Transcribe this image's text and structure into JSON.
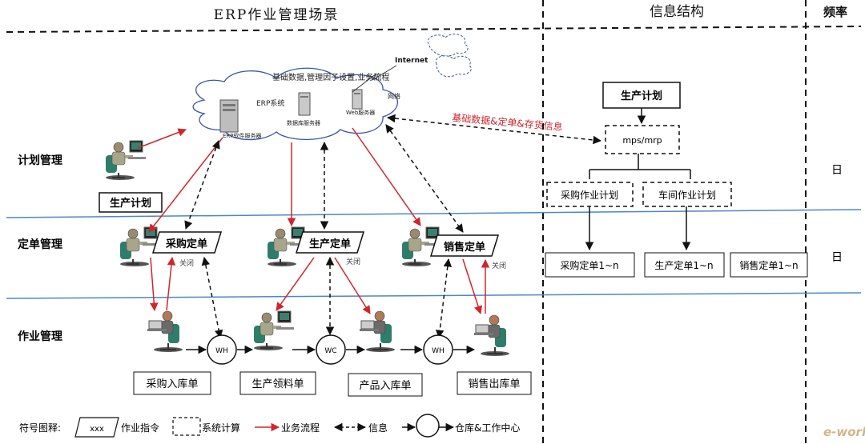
{
  "header": {
    "scene": "ERP作业管理场景",
    "info": "信息结构",
    "freq": "频率"
  },
  "rows": {
    "plan": "计划管理",
    "order": "定单管理",
    "work": "作业管理"
  },
  "cloud": {
    "top_text": "基础数据,管理因子设置,业务流程",
    "erp": "ERP系统",
    "network": "网络",
    "internet": "Internet",
    "erp_server": "ERP软件服务器",
    "db_server": "数据库服务器",
    "web_server": "Web服务器"
  },
  "scene": {
    "prod_plan": "生产计划",
    "purchase_order": "采购定单",
    "prod_order": "生产定单",
    "sales_order": "销售定单",
    "close": "关闭",
    "wh": "WH",
    "wc": "WC",
    "purchase_in": "采购入库单",
    "prod_pick": "生产领料单",
    "product_in": "产品入库单",
    "sales_out": "销售出库单"
  },
  "info": {
    "red_label": "基础数据&定单&存货信息",
    "plan": "生产计划",
    "mps": "mps/mrp",
    "purchase_plan": "采购作业计划",
    "workshop_plan": "车间作业计划",
    "purchase_n": "采购定单1~n",
    "prod_n": "生产定单1~n",
    "sales_n": "销售定单1~n"
  },
  "freq": {
    "plan": "日",
    "order": "日"
  },
  "legend": {
    "title": "符号图释:",
    "xxx": "xxx",
    "cmd": "作业指令",
    "sys": "系统计算",
    "flow": "业务流程",
    "info": "信息",
    "wh": "仓库&工作中心"
  },
  "watermark": "e-works",
  "colors": {
    "red": "#d0262b",
    "blue_line": "#4a88c7",
    "figure_green": "#2e7d6a",
    "figure_body": "#a7a58a"
  }
}
